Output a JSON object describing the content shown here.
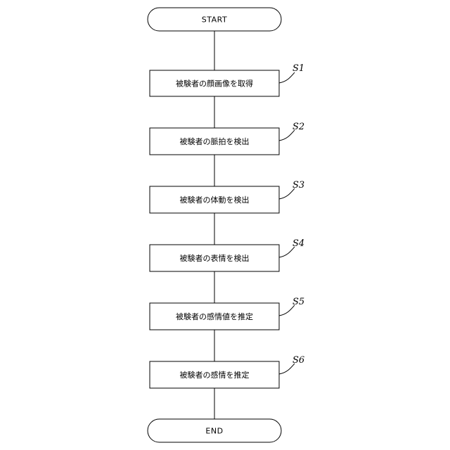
{
  "flowchart": {
    "start": "START",
    "end": "END",
    "steps": [
      {
        "id": "S1",
        "text": "被験者の顔画像を取得"
      },
      {
        "id": "S2",
        "text": "被験者の脈拍を検出"
      },
      {
        "id": "S3",
        "text": "被験者の体動を検出"
      },
      {
        "id": "S4",
        "text": "被験者の表情を検出"
      },
      {
        "id": "S5",
        "text": "被験者の感情値を推定"
      },
      {
        "id": "S6",
        "text": "被験者の感情を推定"
      }
    ]
  }
}
